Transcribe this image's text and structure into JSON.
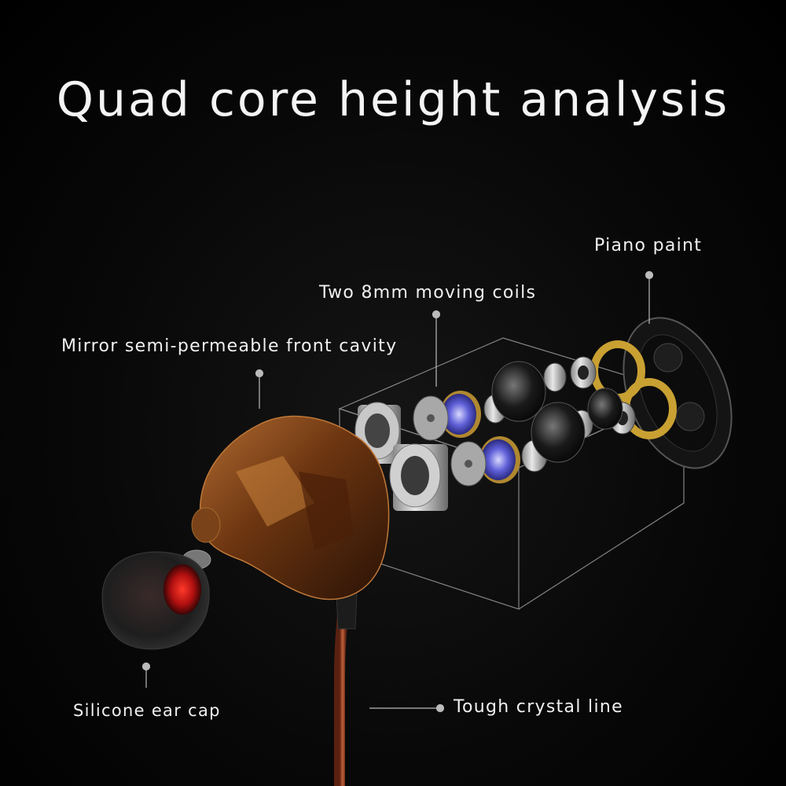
{
  "title": "Quad core height analysis",
  "labels": {
    "piano_paint": "Piano paint",
    "moving_coils": "Two 8mm moving coils",
    "front_cavity": "Mirror semi-permeable front cavity",
    "ear_cap": "Silicone ear cap",
    "crystal_line": "Tough crystal line"
  },
  "colors": {
    "background": "#000000",
    "text": "#f2f2f2",
    "shell": "#8a4a1c",
    "eartip": "#2a2a2a",
    "eartip_inner": "#d01818",
    "cable": "#a0452c",
    "gold_ring": "#c9a032",
    "driver_blue": "#5a5ad8"
  }
}
